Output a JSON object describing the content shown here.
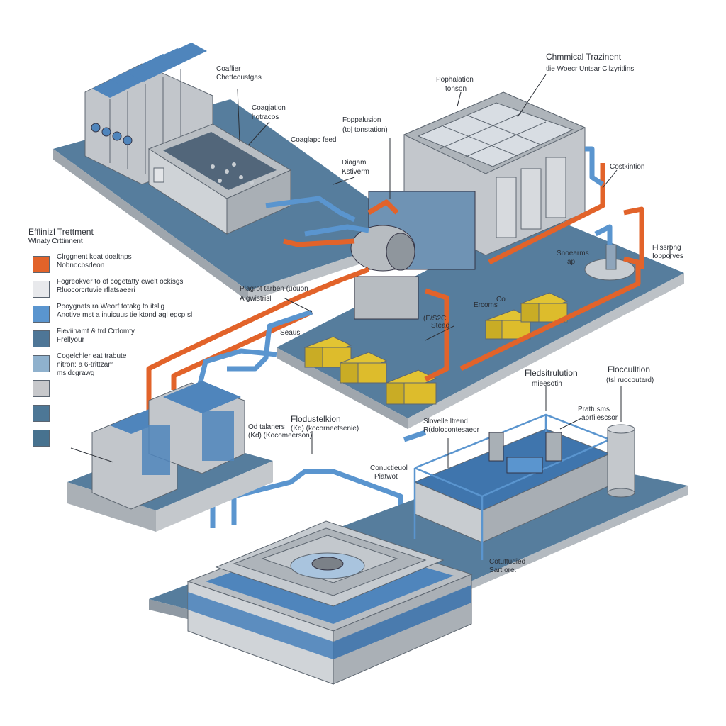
{
  "labels": {
    "clarifier": [
      "Coaflier",
      "Chettcoustgas"
    ],
    "coagulation_hotspots": [
      "Coagjation",
      "hotracos"
    ],
    "coagulant_feed": "Coaglapc feed",
    "population": [
      "Foppalusion",
      "(to| tonstation)"
    ],
    "chemical_treatment": [
      "Chmmical Trazinent",
      "tlie Woecr Untsar Cilzyritlins"
    ],
    "pophalation_tonson": [
      "Pophalation",
      "tonson"
    ],
    "diagram": [
      "Diagam",
      "Kstiverm"
    ],
    "costkintion": "Costkintion",
    "flissrong": [
      "Flissrong",
      "Iopporves"
    ],
    "snoearms": [
      "Snoearms",
      "ap"
    ],
    "plagrot_tarben": [
      "Plagrot tarben (uouon",
      "A gwistrisl"
    ],
    "seaus": "Seaus",
    "co_ercoms": [
      "Co",
      "Ercoms"
    ],
    "stead": [
      "(E/S2C",
      "Stead"
    ],
    "otalners": [
      "Od talaners",
      "(Kd) (Kocomeerson)"
    ],
    "flodustelkion": [
      "Flodustelkion",
      "(Kd) (kocorneetsenie)"
    ],
    "fledsitulution": [
      "Fledsitrulution",
      "mieesotin"
    ],
    "flocculation": [
      "Flocculltion",
      "(tsl ruocoutard)"
    ],
    "slovelle": [
      "Slovelle ltrend",
      "R(dolocontesaeor"
    ],
    "pratttusms": [
      "Prattusms",
      "aprfiiescsor"
    ],
    "conuctieul": [
      "Conuctieuol",
      "Piatwot"
    ],
    "cotuttudied": [
      "Cotuttudied",
      "Sart ore."
    ]
  },
  "legend": {
    "title": "Efflinizl Trettment",
    "subtitle": "Wlnaty Crttinnent",
    "items": [
      {
        "color": "#e2632a",
        "lines": [
          "Clrggnent koat doaltnps",
          "Nobnocbsdeon"
        ]
      },
      {
        "color": "#e8e9ec",
        "lines": [
          "Fogreokver to of cogetatty ewelt ockisgs",
          "Rluocorcrtuvie rflatsaeeri"
        ]
      },
      {
        "color": "#5a95cf",
        "lines": [
          "Pooygnats ra Weorf totakg to itslig",
          "Anotive mst a inuicuus tie ktond agl egcp sl"
        ]
      },
      {
        "color": "#4e7697",
        "lines": [
          "Fieviinamt & trd Crdomty",
          "Frellyour"
        ]
      },
      {
        "color": "#8fb1cd",
        "lines": [
          "Cogelchler eat trabute",
          "nitron: a 6-trittzam",
          "msldcgrawg"
        ]
      },
      {
        "color": "#c7c8cb",
        "lines": []
      },
      {
        "color": "#4d7796",
        "lines": []
      },
      {
        "color": "#47728f",
        "lines": []
      }
    ]
  }
}
